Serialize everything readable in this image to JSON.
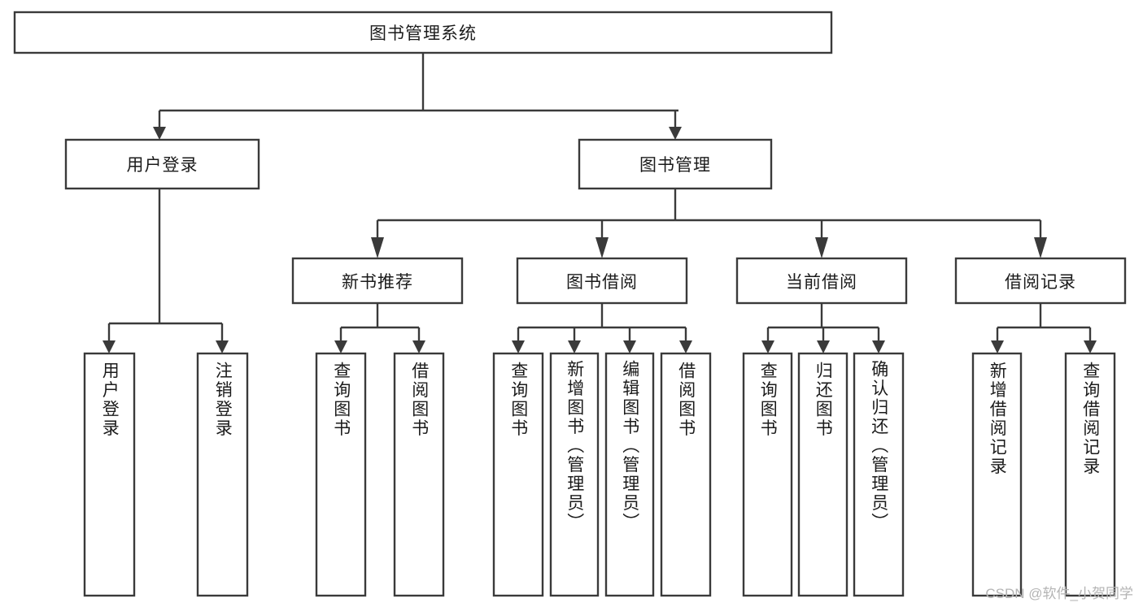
{
  "diagram": {
    "type": "tree-hierarchy",
    "orientation": "top-down",
    "background_color": "#ffffff",
    "stroke_color": "#3a3a3a",
    "text_color": "#1b1b1b",
    "root": {
      "label": "图书管理系统"
    },
    "level2": [
      {
        "label": "用户登录"
      },
      {
        "label": "图书管理"
      }
    ],
    "level3": [
      {
        "label": "新书推荐"
      },
      {
        "label": "图书借阅"
      },
      {
        "label": "当前借阅"
      },
      {
        "label": "借阅记录"
      }
    ],
    "leaves": {
      "user_login": [
        {
          "label": "用户登录"
        },
        {
          "label": "注销登录"
        }
      ],
      "new_book_recommend": [
        {
          "label": "查询图书"
        },
        {
          "label": "借阅图书"
        }
      ],
      "book_borrow": [
        {
          "label": "查询图书"
        },
        {
          "label": "新增图书（管理员）"
        },
        {
          "label": "编辑图书（管理员）"
        },
        {
          "label": "借阅图书"
        }
      ],
      "current_borrow": [
        {
          "label": "查询图书"
        },
        {
          "label": "归还图书"
        },
        {
          "label": "确认归还（管理员）"
        }
      ],
      "borrow_record": [
        {
          "label": "新增借阅记录"
        },
        {
          "label": "查询借阅记录"
        }
      ]
    }
  },
  "watermark": {
    "text": "CSDN @软件_小贺同学"
  }
}
